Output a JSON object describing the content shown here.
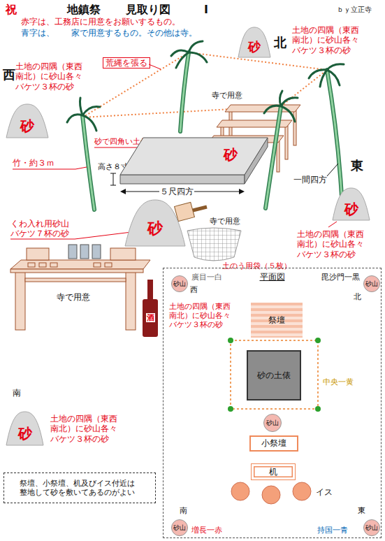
{
  "diagram": {
    "nodes": [
      {
        "text": [
          "砂"
        ]
      },
      {
        "text": [
          "砂"
        ]
      },
      {
        "text": [
          "砂"
        ]
      },
      {
        "text": [
          "砂"
        ]
      },
      {
        "text": [
          "砂"
        ]
      },
      {
        "text": [
          "砂"
        ]
      },
      {
        "text": [
          "平面図"
        ]
      },
      {
        "text": [
          "砂山"
        ],
        "in": 6
      },
      {
        "text": [
          "砂山"
        ],
        "in": 6
      },
      {
        "text": [
          "祭壇"
        ],
        "in": 6
      },
      {
        "text": [
          "砂の土俵"
        ],
        "in": 6
      },
      {
        "text": [
          "砂山"
        ],
        "in": 6
      },
      {
        "text": [
          "小祭壇"
        ],
        "in": 6
      },
      {
        "text": [
          "机"
        ],
        "in": 6
      },
      {
        "text": [
          "砂山"
        ],
        "in": 6
      },
      {
        "text": [
          "砂山"
        ],
        "in": 6
      },
      {
        "text": [
          "祭壇、小祭壇、机及びイス付近は整地して砂を敷いてあるのがよい"
        ]
      }
    ],
    "labels": [
      "祝",
      "地鎮祭",
      "見取り図",
      "I",
      "ｂｙ立正寺",
      "赤字は、工務店に用意をお願いするもの。",
      "青字は、　　家で用意するもの。その他は寺。",
      "北",
      "土地の四隅（東西南北）に砂山各々バケツ３杯の砂",
      "西",
      "土地の四隅（東西南北）に砂山各々バケツ３杯の砂",
      "荒縄を張る",
      "寺で用意",
      "竹・約３ｍ",
      "砂で四角い土俵を作る",
      "高さ８寸",
      "５尺四方",
      "一間四方",
      "東",
      "くわ入れ用砂山 バケツ７杯の砂",
      "寺で用意",
      "土のう用袋（５枚）",
      "土地の四隅（東西南北）に砂山各々バケツ３杯の砂",
      "寺で用意",
      "酒",
      "南",
      "土地の四隅（東西南北）に砂山各々バケツ３杯の砂",
      "廣目一白",
      "西",
      "毘沙門一黒",
      "北",
      "土地の四隅（東西南北）に砂山各々バケツ３杯の砂",
      "中央一黄",
      "イス",
      "南",
      "増長一赤",
      "東",
      "持国一青"
    ]
  }
}
